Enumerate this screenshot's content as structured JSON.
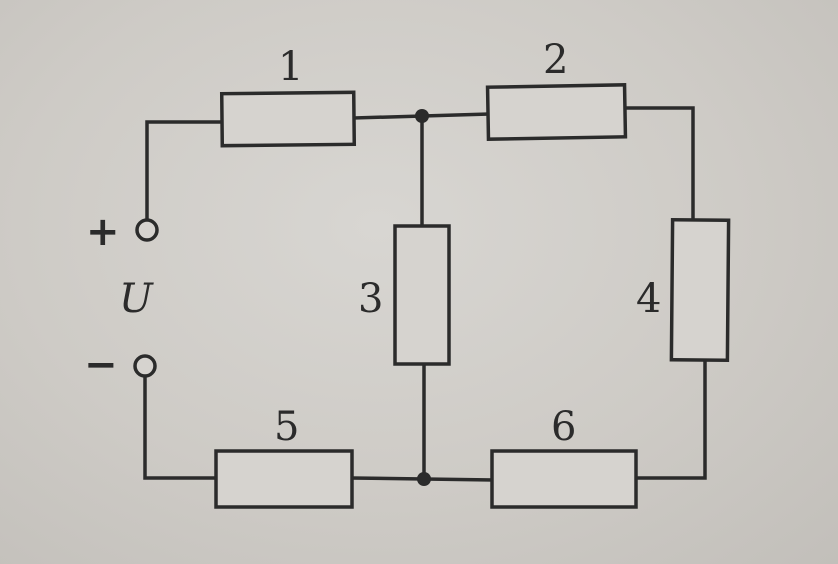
{
  "diagram": {
    "resistors": [
      {
        "id": "1",
        "label": "1"
      },
      {
        "id": "2",
        "label": "2"
      },
      {
        "id": "3",
        "label": "3"
      },
      {
        "id": "4",
        "label": "4"
      },
      {
        "id": "5",
        "label": "5"
      },
      {
        "id": "6",
        "label": "6"
      }
    ],
    "source": {
      "label": "U",
      "positive": "+",
      "negative": "−"
    },
    "colors": {
      "ink": "#2b2b2b",
      "paper": "#d6d3cf"
    }
  }
}
